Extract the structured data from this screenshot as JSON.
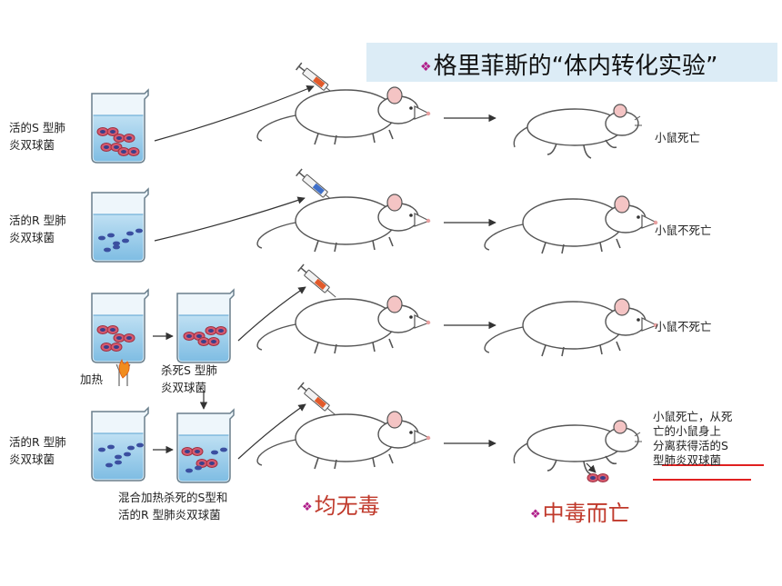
{
  "title": "格里菲斯的“体内转化实验”",
  "rows": [
    {
      "label_1": "活的S 型肺",
      "label_2": "炎双球菌",
      "result": "小鼠死亡"
    },
    {
      "label_1": "活的R 型肺",
      "label_2": "炎双球菌",
      "result": "小鼠不死亡"
    },
    {
      "heat": "加热",
      "killed_1": "杀死S 型肺",
      "killed_2": "炎双球菌",
      "result": "小鼠不死亡"
    },
    {
      "label_1": "活的R 型肺",
      "label_2": "炎双球菌",
      "mix_1": "混合加热杀死的S型和",
      "mix_2": "活的R 型肺炎双球菌",
      "result_1": "小鼠死亡，从死",
      "result_2": "亡的小鼠身上",
      "result_3": "分离获得活的S",
      "result_4": "型肺炎双球菌"
    }
  ],
  "annotations": {
    "no_toxin": "均无毒",
    "poisoned": "中毒而亡"
  },
  "colors": {
    "title_bg": "#dcecf6",
    "emphasis": "#c0392b",
    "bullet": "#b0208a",
    "underline": "#e02020"
  },
  "icons": [
    "diamond-bullet-icon",
    "beaker-icon",
    "syringe-icon",
    "mouse-icon",
    "dead-mouse-icon",
    "flame-icon",
    "arrow-icon"
  ]
}
